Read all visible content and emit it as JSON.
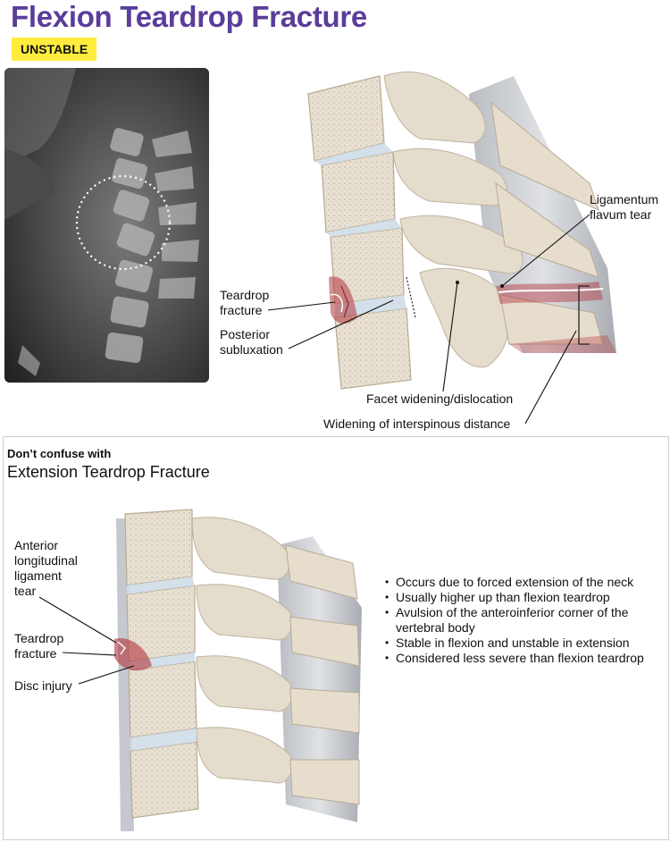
{
  "title": "Flexion Teardrop Fracture",
  "badge": "UNSTABLE",
  "labels": {
    "teardrop_fracture": "Teardrop\nfracture",
    "posterior_subluxation": "Posterior\nsubluxation",
    "ligamentum_flavum_tear": "Ligamentum\nflavum tear",
    "facet_widening": "Facet widening/dislocation",
    "interspinous": "Widening of interspinous distance"
  },
  "comparison": {
    "heading": "Don’t confuse with",
    "title": "Extension Teardrop Fracture",
    "labels": {
      "all_tear": "Anterior\nlongitudinal\nligament\ntear",
      "teardrop_fracture": "Teardrop\nfracture",
      "disc_injury": "Disc injury"
    },
    "bullets": [
      "Occurs due to forced extension of the neck",
      "Usually higher up than flexion teardrop",
      "Avulsion of the anteroinferior corner of the vertebral body",
      "Stable in flexion and unstable in extension",
      "Considered less severe than flexion teardrop"
    ]
  },
  "colors": {
    "title": "#5a3d9a",
    "badge": "#ffec3d",
    "bone": "#e7dccb",
    "ligament": "#c9ccd1",
    "injury": "#b2343a"
  }
}
